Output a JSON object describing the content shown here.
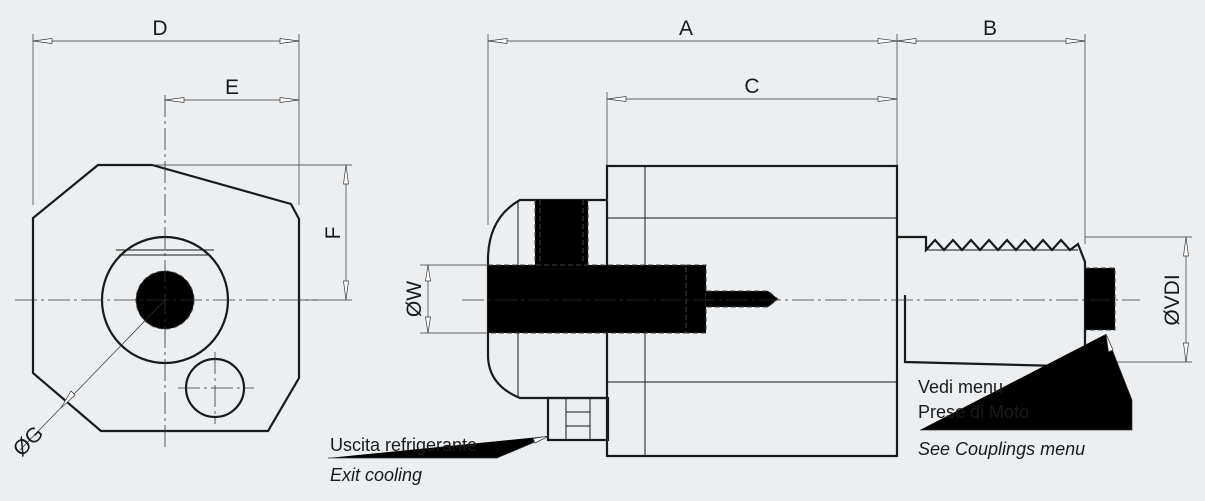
{
  "dimensions": {
    "D": "D",
    "E": "E",
    "F": "F",
    "G": "ØG",
    "A": "A",
    "B": "B",
    "C": "C",
    "W": "ØW",
    "VDI": "ØVDI"
  },
  "notes": {
    "coupling_it_1": "Vedi menu",
    "coupling_it_2": "Prese di Moto",
    "coupling_en": "See Couplings menu",
    "cooling_it": "Uscita refrigerante",
    "cooling_en": "Exit cooling"
  },
  "colors": {
    "background": "#eceff1",
    "line": "#1a1a1a"
  }
}
